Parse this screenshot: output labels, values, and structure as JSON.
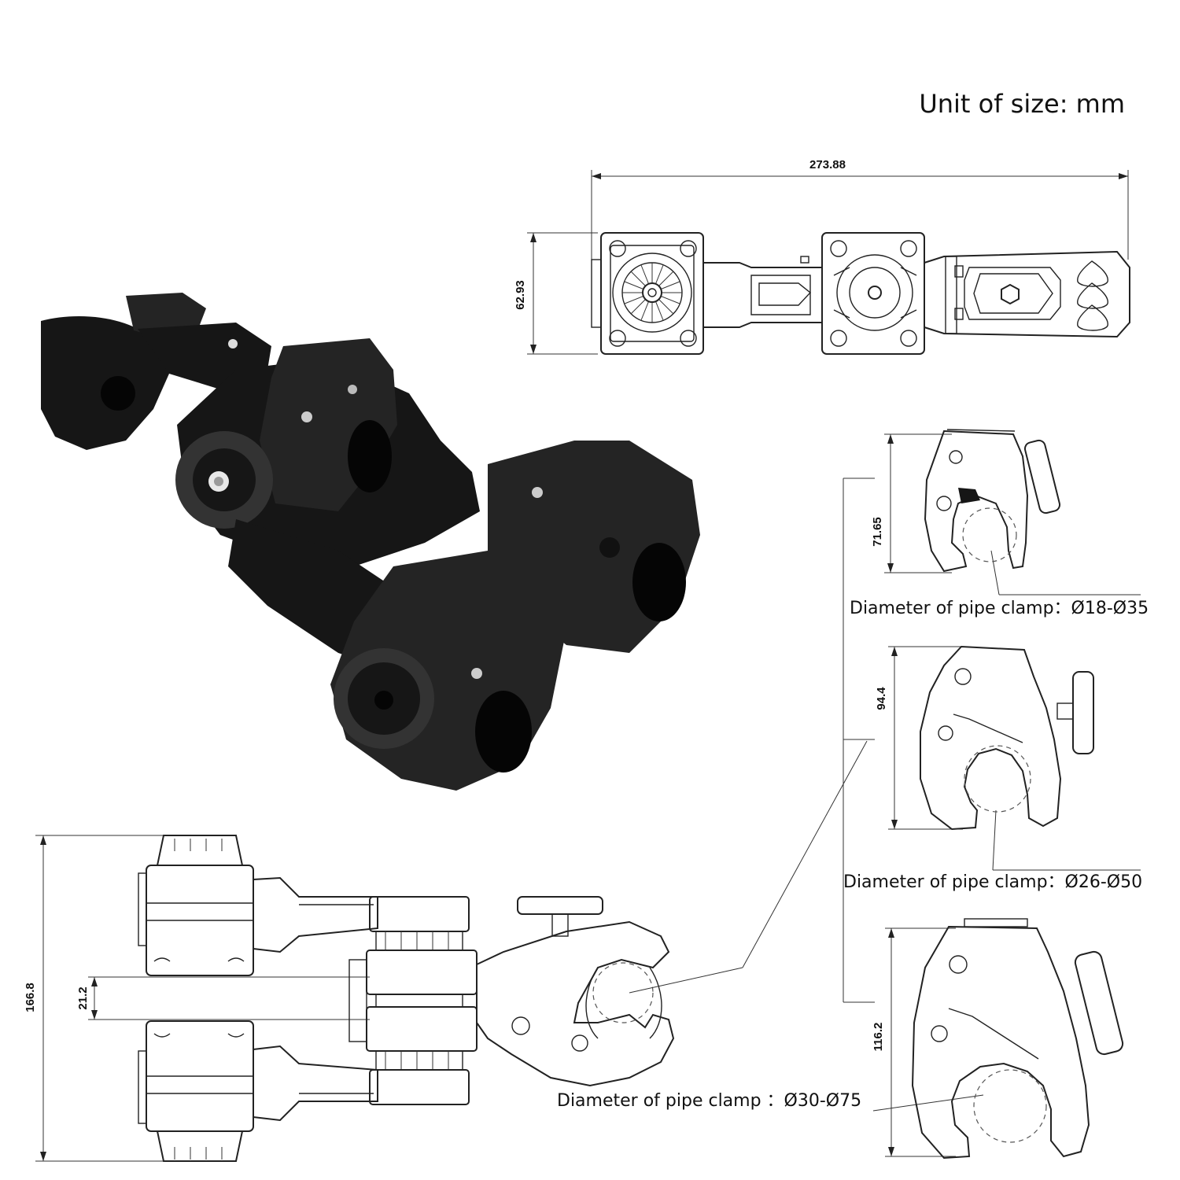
{
  "unit_note": "Unit of size: mm",
  "dimensions": {
    "overall_length": "273.88",
    "top_height": "62.93",
    "assembly_height": "166.8",
    "gap": "21.2",
    "small_clamp_height": "71.65",
    "medium_clamp_height": "94.4",
    "large_clamp_height": "116.2"
  },
  "clamp_labels": {
    "small": "Diameter of pipe clamp：Ø18-Ø35",
    "medium": "Diameter of pipe clamp：Ø26-Ø50",
    "large": "Diameter of pipe clamp ：Ø30-Ø75"
  }
}
